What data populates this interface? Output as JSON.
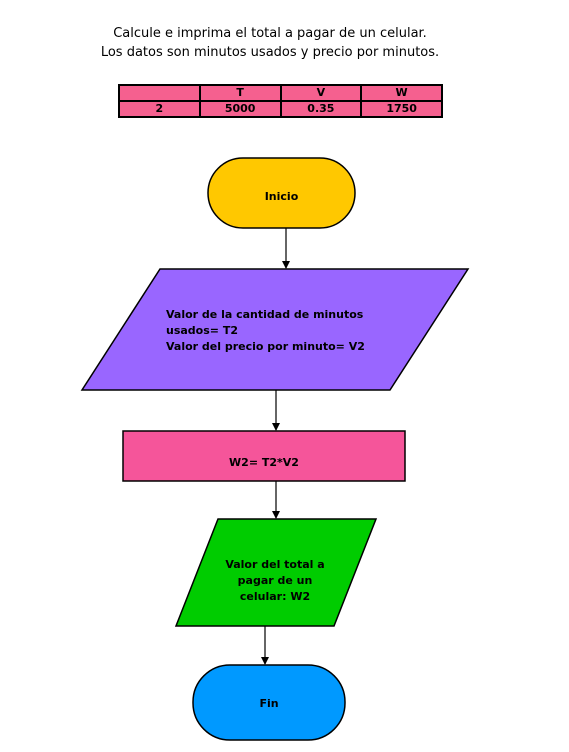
{
  "title": {
    "line1": "Calcule e imprima el total a pagar de  un celular.",
    "line2": "Los datos son minutos usados y precio por minutos."
  },
  "trace_table": {
    "headers": [
      "",
      "T",
      "V",
      "W"
    ],
    "row": [
      "2",
      "5000",
      "0.35",
      "1750"
    ]
  },
  "flowchart": {
    "start": "Inicio",
    "input": {
      "line1": "Valor de la cantidad de minutos",
      "line2": "usados= T2",
      "line3": "Valor del precio por minuto= V2"
    },
    "process": "W2= T2*V2",
    "output": {
      "line1": "Valor del total a",
      "line2": "pagar de un",
      "line3": "celular: W2"
    },
    "end": "Fin"
  },
  "colors": {
    "start": "#ffc800",
    "input": "#9966ff",
    "process": "#f5559a",
    "output": "#00cc00",
    "end": "#0099ff",
    "table": "#f5608f"
  }
}
